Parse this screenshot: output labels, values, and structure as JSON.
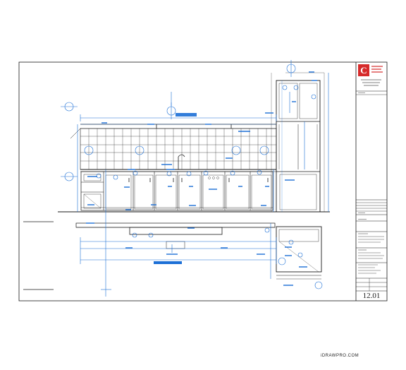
{
  "colors": {
    "line": "#1a1a1a",
    "dim": "#1c6fd6",
    "logo_red": "#d62a2a"
  },
  "title_block": {
    "sheet_number": "12.01",
    "logo_letter": "C"
  },
  "credit": "iDRAWPRO.COM"
}
